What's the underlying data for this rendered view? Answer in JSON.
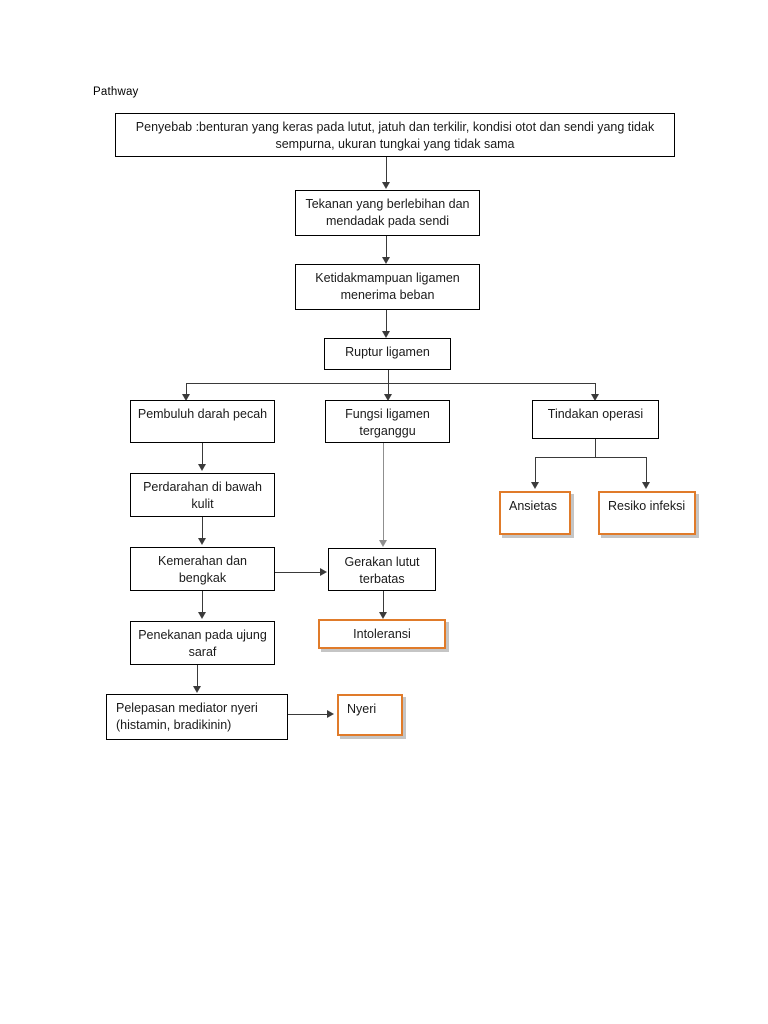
{
  "page": {
    "title": "Pathway"
  },
  "nodes": {
    "cause": "Penyebab :benturan yang keras pada lutut, jatuh dan terkilir, kondisi otot dan sendi yang tidak sempurna, ukuran tungkai yang tidak sama",
    "pressure": "Tekanan yang berlebihan dan mendadak pada sendi",
    "ligament_fail": "Ketidakmampuan ligamen menerima beban",
    "rupture": "Ruptur ligamen",
    "vessel_break": "Pembuluh darah pecah",
    "ligament_function": "Fungsi ligamen terganggu",
    "surgery": "Tindakan operasi",
    "anxiety": "Ansietas",
    "infection_risk": "Resiko infeksi",
    "bleeding": "Perdarahan di bawah kulit",
    "redness": "Kemerahan dan bengkak",
    "limited_motion": "Gerakan lutut terbatas",
    "intolerance": "Intoleransi",
    "nerve_pressure": "Penekanan pada ujung saraf",
    "mediator_release": "Pelepasan mediator nyeri (histamin, bradikinin)",
    "pain": "Nyeri"
  },
  "colors": {
    "outline": "#000000",
    "accent": "#e07b2a",
    "connector": "#3a3a3a",
    "connector_light": "#8f8f8f"
  }
}
